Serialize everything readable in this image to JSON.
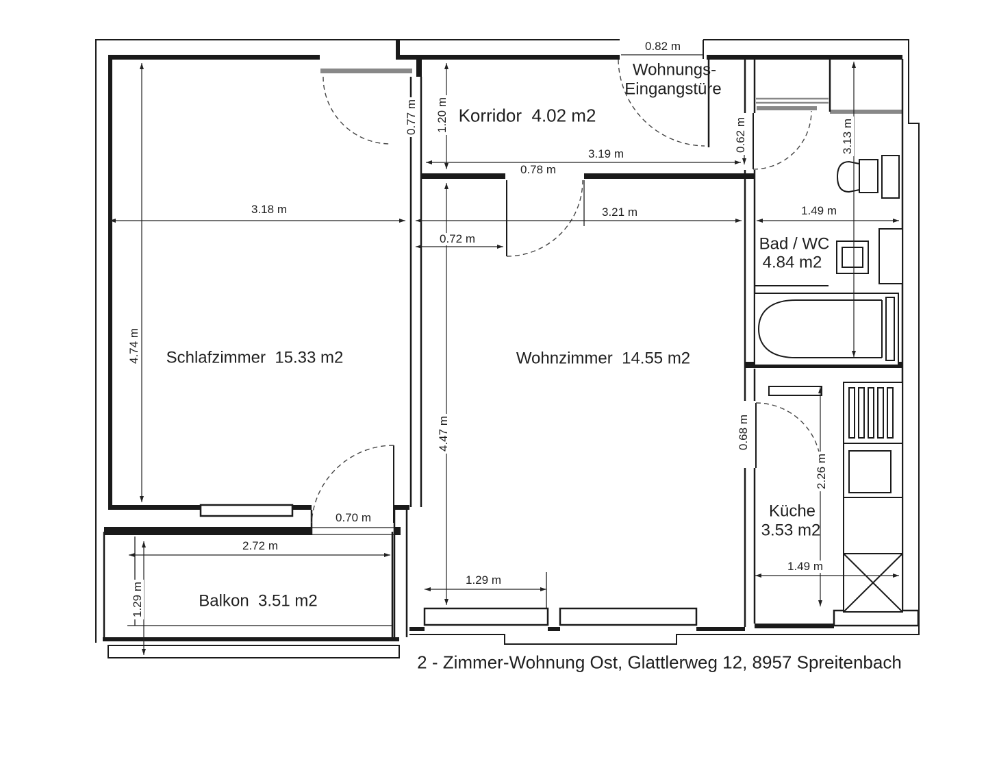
{
  "plan": {
    "address": "2 - Zimmer-Wohnung Ost, Glattlerweg 12, 8957 Spreitenbach",
    "entrance": {
      "line1": "Wohnungs-",
      "line2": "Eingangstüre"
    },
    "rooms": {
      "korridor": "Korridor  4.02 m2",
      "schlafzimmer": "Schlafzimmer  15.33 m2",
      "wohnzimmer": "Wohnzimmer  14.55 m2",
      "bad_line1": "Bad / WC",
      "bad_line2": "4.84 m2",
      "kueche_line1": "Küche",
      "kueche_line2": "3.53 m2",
      "balkon": "Balkon  3.51 m2"
    },
    "dims": {
      "entry_width": "0.82 m",
      "korridor_width": "3.19 m",
      "wohn_door": "0.78 m",
      "schlaf_width": "3.18 m",
      "wohn_width": "3.21 m",
      "wohn_door_offset": "0.72 m",
      "schlaf_door": "0.77 m",
      "korridor_depth": "1.20 m",
      "schlaf_depth": "4.74 m",
      "wohn_depth": "4.47 m",
      "bad_depth": "3.13 m",
      "bad_door": "0.62 m",
      "bad_width": "1.49 m",
      "kueche_door": "0.68 m",
      "kueche_depth": "2.26 m",
      "kueche_width": "1.49 m",
      "balkon_width": "2.72 m",
      "balkon_depth": "1.29 m",
      "wohn_window_offset": "1.29 m",
      "balkon_door": "0.70 m"
    }
  }
}
